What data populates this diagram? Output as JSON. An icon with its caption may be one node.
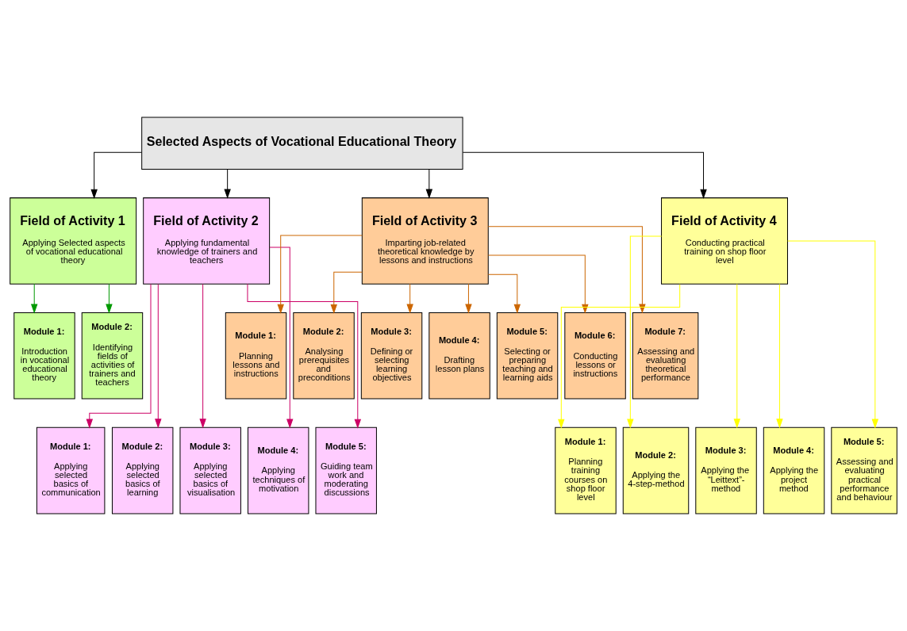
{
  "diagram": {
    "nodes": [
      {
        "text": [
          "Selected Aspects of Vocational Educational Theory"
        ]
      },
      {
        "text": [
          "Field of Activity 1",
          "Applying Selected aspects of vocational educational theory"
        ]
      },
      {
        "text": [
          "Field of Activity 2",
          "Applying fundamental knowledge of trainers and teachers"
        ]
      },
      {
        "text": [
          "Field of Activity 3",
          "Imparting job-related theoretical knowledge by lessons and instructions"
        ]
      },
      {
        "text": [
          "Field of Activity 4",
          "Conducting practical training on shop floor level"
        ]
      },
      {
        "text": [
          "Module 1:",
          "Introduction in vocational educational theory"
        ]
      },
      {
        "text": [
          "Module 2:",
          "Identifying fields of activities of trainers and teachers"
        ]
      },
      {
        "text": [
          "Module 1:",
          "Applying selected basics of communication"
        ]
      },
      {
        "text": [
          "Module 2:",
          "Applying selected basics of learning"
        ]
      },
      {
        "text": [
          "Module 3:",
          "Applying selected basics of visualisation"
        ]
      },
      {
        "text": [
          "Module 4:",
          "Applying techniques of motivation"
        ]
      },
      {
        "text": [
          "Module 5:",
          "Guiding team work and moderating discussions"
        ]
      },
      {
        "text": [
          "Module 1:",
          "Planning lessons and instructions"
        ]
      },
      {
        "text": [
          "Module 2:",
          "Analysing prerequisites and preconditions"
        ]
      },
      {
        "text": [
          "Module 3:",
          "Defining or selecting learning objectives"
        ]
      },
      {
        "text": [
          "Module 4:",
          "Drafting lesson plans"
        ]
      },
      {
        "text": [
          "Module 5:",
          "Selecting or preparing teaching and learning aids"
        ]
      },
      {
        "text": [
          "Module 6:",
          "Conducting lessons or instructions"
        ]
      },
      {
        "text": [
          "Module 7:",
          "Assessing and evaluating theoretical performance"
        ]
      },
      {
        "text": [
          "Module 1:",
          "Planning training courses on shop floor level"
        ]
      },
      {
        "text": [
          "Module 2:",
          "Applying the 4-step-method"
        ]
      },
      {
        "text": [
          "Module 3:",
          "Applying the “Leittext”-method"
        ]
      },
      {
        "text": [
          "Module 4:",
          "Applying the project method"
        ]
      },
      {
        "text": [
          "Module 5:",
          "Assessing and evaluating practical performance and behaviour"
        ]
      }
    ],
    "edges": [
      {
        "from": 0,
        "to": 1,
        "arrow": "to",
        "color": "#000000"
      },
      {
        "from": 0,
        "to": 2,
        "arrow": "to",
        "color": "#000000"
      },
      {
        "from": 0,
        "to": 3,
        "arrow": "to",
        "color": "#000000"
      },
      {
        "from": 0,
        "to": 4,
        "arrow": "to",
        "color": "#000000"
      },
      {
        "from": 1,
        "to": 5,
        "arrow": "to",
        "color": "#009900"
      },
      {
        "from": 1,
        "to": 6,
        "arrow": "to",
        "color": "#009900"
      },
      {
        "from": 3,
        "to": 12,
        "arrow": "to",
        "color": "#cc6600"
      },
      {
        "from": 3,
        "to": 13,
        "arrow": "to",
        "color": "#cc6600"
      },
      {
        "from": 3,
        "to": 14,
        "arrow": "to",
        "color": "#cc6600"
      },
      {
        "from": 3,
        "to": 15,
        "arrow": "to",
        "color": "#cc6600"
      },
      {
        "from": 3,
        "to": 16,
        "arrow": "to",
        "color": "#cc6600"
      },
      {
        "from": 3,
        "to": 17,
        "arrow": "to",
        "color": "#cc6600"
      },
      {
        "from": 3,
        "to": 18,
        "arrow": "to",
        "color": "#cc6600"
      },
      {
        "from": 2,
        "to": 7,
        "arrow": "to",
        "color": "#cc0066"
      },
      {
        "from": 2,
        "to": 8,
        "arrow": "to",
        "color": "#cc0066"
      },
      {
        "from": 2,
        "to": 9,
        "arrow": "to",
        "color": "#cc0066"
      },
      {
        "from": 2,
        "to": 10,
        "arrow": "to",
        "color": "#cc0066"
      },
      {
        "from": 2,
        "to": 11,
        "arrow": "to",
        "color": "#cc0066"
      },
      {
        "from": 4,
        "to": 19,
        "arrow": "to",
        "color": "#ffff00"
      },
      {
        "from": 4,
        "to": 20,
        "arrow": "to",
        "color": "#ffff00"
      },
      {
        "from": 4,
        "to": 21,
        "arrow": "to",
        "color": "#ffff00"
      },
      {
        "from": 4,
        "to": 22,
        "arrow": "to",
        "color": "#ffff00"
      },
      {
        "from": 4,
        "to": 23,
        "arrow": "to",
        "color": "#ffff00"
      }
    ]
  }
}
